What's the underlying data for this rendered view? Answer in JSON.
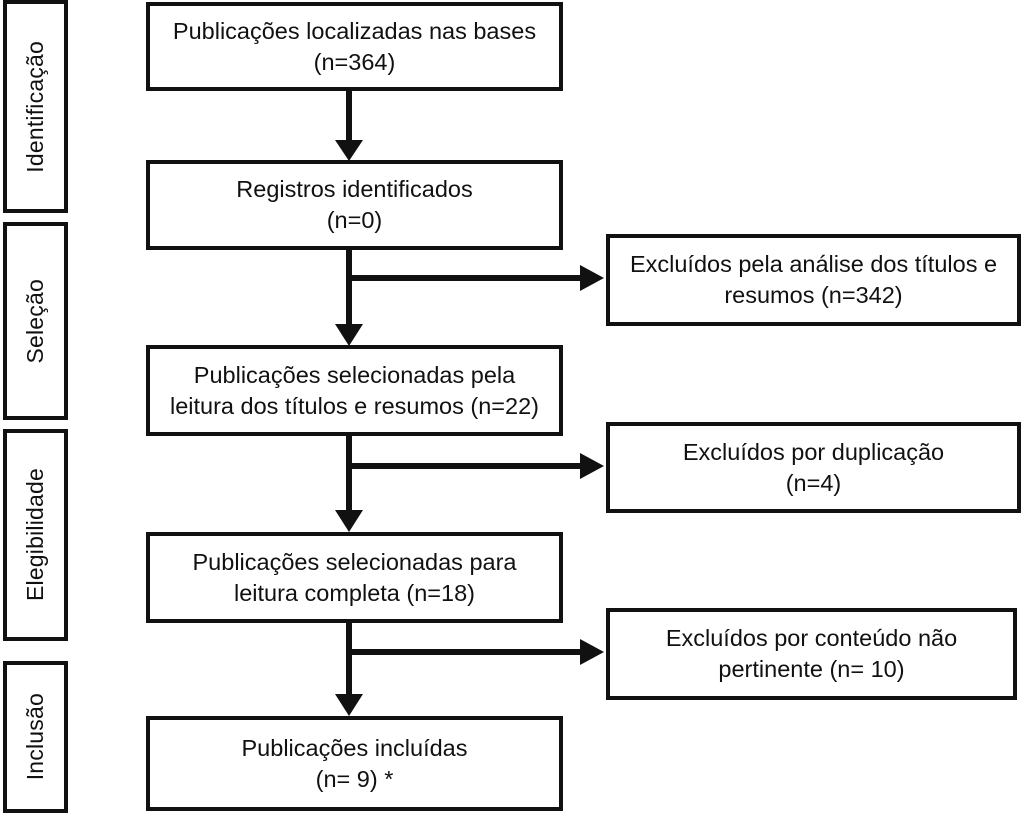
{
  "diagram": {
    "type": "prisma-flow-diagram",
    "language": "pt-BR",
    "colors": {
      "stroke": "#111111",
      "background": "#ffffff",
      "text": "#111111"
    },
    "stages": [
      {
        "id": "identificacao",
        "label": "Identificação"
      },
      {
        "id": "selecao",
        "label": "Seleção"
      },
      {
        "id": "elegibilidade",
        "label": "Elegibilidade"
      },
      {
        "id": "inclusao",
        "label": "Inclusão"
      }
    ],
    "flow_nodes": [
      {
        "id": "node-1",
        "line1": "Publicações localizadas nas bases",
        "line2": "(n=364)",
        "count": 364
      },
      {
        "id": "node-2",
        "line1": "Registros identificados",
        "line2": "(n=0)",
        "count": 0
      },
      {
        "id": "node-3",
        "line1": "Publicações selecionadas pela",
        "line2": "leitura dos títulos e resumos (n=22)",
        "count": 22
      },
      {
        "id": "node-4",
        "line1": "Publicações selecionadas para",
        "line2": "leitura completa (n=18)",
        "count": 18
      },
      {
        "id": "node-5",
        "line1": "Publicações incluídas",
        "line2": "(n= 9) *",
        "count": 9
      }
    ],
    "excluded_nodes": [
      {
        "id": "excluded-1",
        "line1": "Excluídos pela análise dos títulos e",
        "line2": "resumos (n=342)",
        "count": 342
      },
      {
        "id": "excluded-2",
        "line1": "Excluídos por duplicação",
        "line2": "(n=4)",
        "count": 4
      },
      {
        "id": "excluded-3",
        "line1": "Excluídos por conteúdo não",
        "line2": "pertinente (n= 10)",
        "count": 10
      }
    ]
  }
}
